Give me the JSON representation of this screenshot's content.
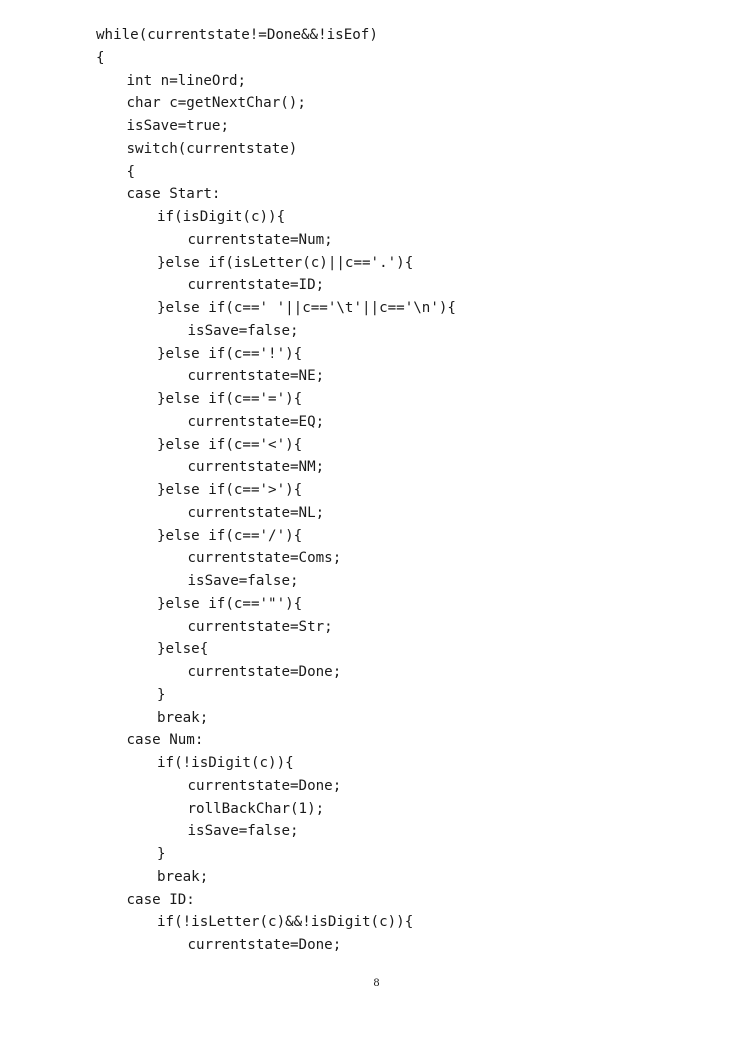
{
  "document": {
    "code_lines": [
      {
        "indent": 0,
        "text": "while(currentstate!=Done&&!isEof)"
      },
      {
        "indent": 0,
        "text": "{"
      },
      {
        "indent": 1,
        "text": "int n=lineOrd;"
      },
      {
        "indent": 1,
        "text": "char c=getNextChar();"
      },
      {
        "indent": 1,
        "text": "isSave=true;"
      },
      {
        "indent": 1,
        "text": "switch(currentstate)"
      },
      {
        "indent": 1,
        "text": "{"
      },
      {
        "indent": 1,
        "text": "case Start:"
      },
      {
        "indent": 2,
        "text": "if(isDigit(c)){"
      },
      {
        "indent": 3,
        "text": "currentstate=Num;"
      },
      {
        "indent": 2,
        "text": "}else if(isLetter(c)||c=='.'){"
      },
      {
        "indent": 3,
        "text": "currentstate=ID;"
      },
      {
        "indent": 2,
        "text": "}else if(c==' '||c=='\\t'||c=='\\n'){"
      },
      {
        "indent": 3,
        "text": "isSave=false;"
      },
      {
        "indent": 2,
        "text": "}else if(c=='!'){"
      },
      {
        "indent": 3,
        "text": "currentstate=NE;"
      },
      {
        "indent": 2,
        "text": "}else if(c=='='){"
      },
      {
        "indent": 3,
        "text": "currentstate=EQ;"
      },
      {
        "indent": 2,
        "text": "}else if(c=='<'){"
      },
      {
        "indent": 3,
        "text": "currentstate=NM;"
      },
      {
        "indent": 2,
        "text": "}else if(c=='>'){"
      },
      {
        "indent": 3,
        "text": "currentstate=NL;"
      },
      {
        "indent": 2,
        "text": "}else if(c=='/'){"
      },
      {
        "indent": 3,
        "text": "currentstate=Coms;"
      },
      {
        "indent": 3,
        "text": "isSave=false;"
      },
      {
        "indent": 2,
        "text": "}else if(c=='\"'){"
      },
      {
        "indent": 3,
        "text": "currentstate=Str;"
      },
      {
        "indent": 2,
        "text": "}else{"
      },
      {
        "indent": 3,
        "text": "currentstate=Done;"
      },
      {
        "indent": 2,
        "text": "}"
      },
      {
        "indent": 2,
        "text": "break;"
      },
      {
        "indent": 1,
        "text": "case Num:"
      },
      {
        "indent": 2,
        "text": "if(!isDigit(c)){"
      },
      {
        "indent": 3,
        "text": "currentstate=Done;"
      },
      {
        "indent": 3,
        "text": "rollBackChar(1);"
      },
      {
        "indent": 3,
        "text": "isSave=false;"
      },
      {
        "indent": 2,
        "text": "}"
      },
      {
        "indent": 2,
        "text": "break;"
      },
      {
        "indent": 1,
        "text": "case ID:"
      },
      {
        "indent": 2,
        "text": "if(!isLetter(c)&&!isDigit(c)){"
      },
      {
        "indent": 3,
        "text": "currentstate=Done;"
      }
    ],
    "page_number": "8"
  }
}
